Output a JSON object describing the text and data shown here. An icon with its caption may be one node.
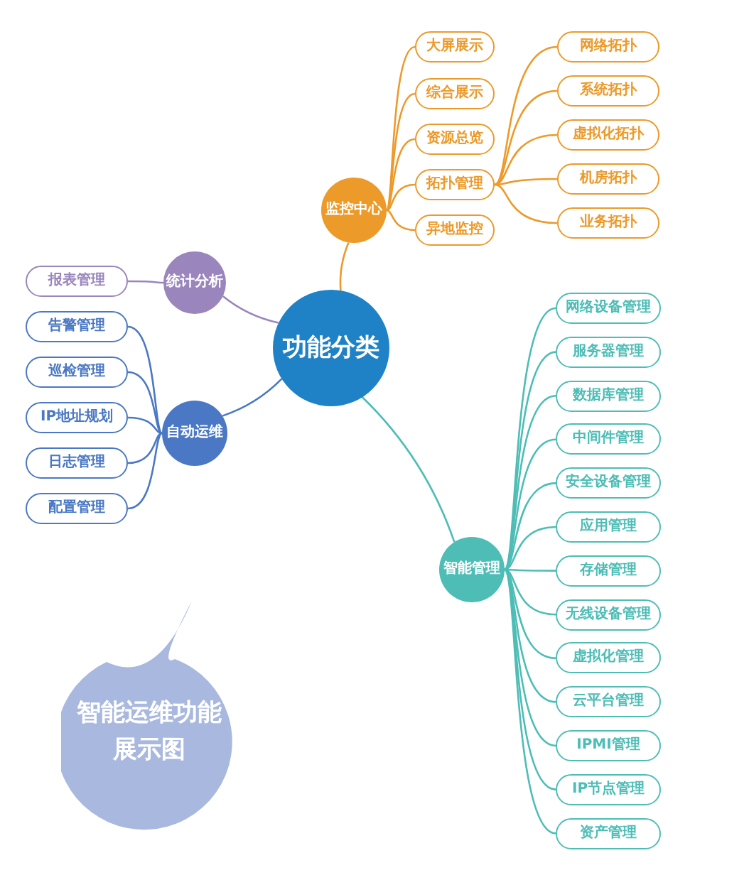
{
  "diagram": {
    "nodes": [
      {
        "text": [
          "功能分类"
        ]
      },
      {
        "text": [
          "监控中心"
        ]
      },
      {
        "text": [
          "大屏展示"
        ]
      },
      {
        "text": [
          "综合展示"
        ]
      },
      {
        "text": [
          "资源总览"
        ]
      },
      {
        "text": [
          "拓扑管理"
        ]
      },
      {
        "text": [
          "异地监控"
        ]
      },
      {
        "text": [
          "网络拓扑"
        ]
      },
      {
        "text": [
          "系统拓扑"
        ]
      },
      {
        "text": [
          "虚拟化拓扑"
        ]
      },
      {
        "text": [
          "机房拓扑"
        ]
      },
      {
        "text": [
          "业务拓扑"
        ]
      },
      {
        "text": [
          "统计分析"
        ]
      },
      {
        "text": [
          "报表管理"
        ]
      },
      {
        "text": [
          "自动运维"
        ]
      },
      {
        "text": [
          "告警管理"
        ]
      },
      {
        "text": [
          "巡检管理"
        ]
      },
      {
        "text": [
          "IP地址规划"
        ]
      },
      {
        "text": [
          "日志管理"
        ]
      },
      {
        "text": [
          "配置管理"
        ]
      },
      {
        "text": [
          "智能管理"
        ]
      },
      {
        "text": [
          "网络设备管理"
        ]
      },
      {
        "text": [
          "服务器管理"
        ]
      },
      {
        "text": [
          "数据库管理"
        ]
      },
      {
        "text": [
          "中间件管理"
        ]
      },
      {
        "text": [
          "安全设备管理"
        ]
      },
      {
        "text": [
          "应用管理"
        ]
      },
      {
        "text": [
          "存储管理"
        ]
      },
      {
        "text": [
          "无线设备管理"
        ]
      },
      {
        "text": [
          "虚拟化管理"
        ]
      },
      {
        "text": [
          "云平台管理"
        ]
      },
      {
        "text": [
          "IPMI管理"
        ]
      },
      {
        "text": [
          "IP节点管理"
        ]
      },
      {
        "text": [
          "资产管理"
        ]
      },
      {
        "text": [
          "智能运维功能展示图"
        ]
      }
    ],
    "edges": [
      {
        "from": 0,
        "to": 1,
        "arrow": "none",
        "color": "#ec9a2a"
      },
      {
        "from": 0,
        "to": 12,
        "arrow": "none",
        "color": "#9a86bd"
      },
      {
        "from": 0,
        "to": 14,
        "arrow": "none",
        "color": "#4a78c4"
      },
      {
        "from": 0,
        "to": 20,
        "arrow": "none"
      },
      {
        "from": 1,
        "to": 2,
        "arrow": "none",
        "color": "#ec9a2a"
      },
      {
        "from": 1,
        "to": 3,
        "arrow": "none",
        "color": "#ec9a2a"
      },
      {
        "from": 1,
        "to": 4,
        "arrow": "none",
        "color": "#ec9a2a"
      },
      {
        "from": 1,
        "to": 5,
        "arrow": "none",
        "color": "#ec9a2a"
      },
      {
        "from": 1,
        "to": 6,
        "arrow": "none",
        "color": "#ec9a2a"
      },
      {
        "from": 5,
        "to": 7,
        "arrow": "none",
        "color": "#ec9a2a"
      },
      {
        "from": 5,
        "to": 8,
        "arrow": "none",
        "color": "#ec9a2a"
      },
      {
        "from": 5,
        "to": 9,
        "arrow": "none",
        "color": "#ec9a2a"
      },
      {
        "from": 5,
        "to": 10,
        "arrow": "none",
        "color": "#ec9a2a"
      },
      {
        "from": 5,
        "to": 11,
        "arrow": "none",
        "color": "#ec9a2a"
      },
      {
        "from": 12,
        "to": 13,
        "arrow": "none",
        "color": "#9a86bd"
      },
      {
        "from": 14,
        "to": 15,
        "arrow": "none",
        "color": "#4a78c4"
      },
      {
        "from": 14,
        "to": 16,
        "arrow": "none",
        "color": "#4a78c4"
      },
      {
        "from": 14,
        "to": 17,
        "arrow": "none",
        "color": "#4a78c4"
      },
      {
        "from": 14,
        "to": 18,
        "arrow": "none",
        "color": "#4a78c4"
      },
      {
        "from": 14,
        "to": 19,
        "arrow": "none",
        "color": "#4a78c4"
      },
      {
        "from": 20,
        "to": 21,
        "arrow": "none"
      },
      {
        "from": 20,
        "to": 22,
        "arrow": "none"
      },
      {
        "from": 20,
        "to": 23,
        "arrow": "none"
      },
      {
        "from": 20,
        "to": 24,
        "arrow": "none"
      },
      {
        "from": 20,
        "to": 25,
        "arrow": "none"
      },
      {
        "from": 20,
        "to": 26,
        "arrow": "none"
      },
      {
        "from": 20,
        "to": 27,
        "arrow": "none"
      },
      {
        "from": 20,
        "to": 28,
        "arrow": "none"
      },
      {
        "from": 20,
        "to": 29,
        "arrow": "none"
      },
      {
        "from": 20,
        "to": 30,
        "arrow": "none"
      },
      {
        "from": 20,
        "to": 31,
        "arrow": "none"
      },
      {
        "from": 20,
        "to": 32,
        "arrow": "none"
      },
      {
        "from": 20,
        "to": 33,
        "arrow": "none"
      }
    ]
  }
}
